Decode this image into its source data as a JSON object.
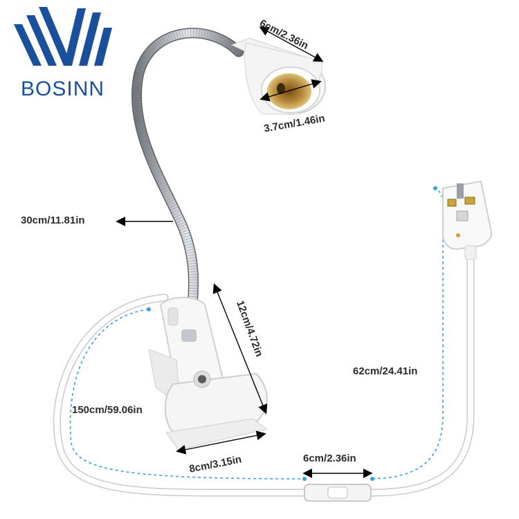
{
  "brand": {
    "name": "BOSINN",
    "color": "#1a4f9c",
    "logo_icon": "bosinn-stripes-logo-icon"
  },
  "colors": {
    "dimension_line": "#000000",
    "dashed_guide": "#3aa0d8",
    "cable": "#ffffff",
    "gooseneck": "#9aa0a6",
    "socket_metal": "#b5893a"
  },
  "dimensions": {
    "socket_outer": "6cm/2.36in",
    "socket_inner": "3.7cm/1.46in",
    "gooseneck_length": "30cm/11.81in",
    "clip_height": "12cm/4.72in",
    "clip_width": "8cm/3.15in",
    "cable_to_switch": "150cm/59.06in",
    "cable_to_plug": "62cm/24.41in",
    "switch_length": "6cm/2.36in"
  },
  "icons": {
    "socket": "e27-lamp-socket-icon",
    "plug": "uk-plug-icon",
    "switch": "inline-rocker-switch-icon",
    "clip": "spring-clamp-icon"
  }
}
